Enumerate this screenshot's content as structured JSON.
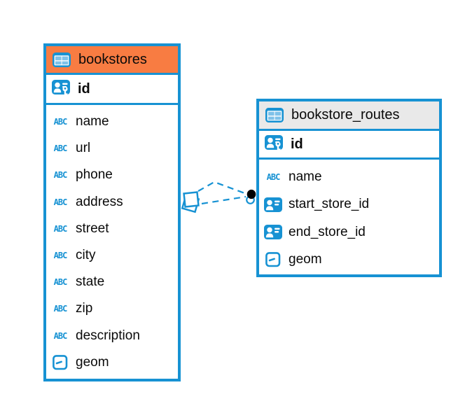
{
  "colors": {
    "accent_blue": "#1792d3",
    "header_orange": "#f87c42",
    "header_gray": "#e9e9e9",
    "relation_line": "#1792d3",
    "text": "#0a0a0a"
  },
  "icons": {
    "text_type_label": "ABC",
    "table_icon": "table-icon",
    "pk_icon": "primary-key-user-icon",
    "fk_icon": "foreign-key-user-icon",
    "geometry_icon": "geometry-type-icon"
  },
  "tables": [
    {
      "name": "bookstores",
      "header_style": "orange",
      "primary_key": {
        "name": "id"
      },
      "columns": [
        {
          "name": "name",
          "type": "text"
        },
        {
          "name": "url",
          "type": "text"
        },
        {
          "name": "phone",
          "type": "text"
        },
        {
          "name": "address",
          "type": "text"
        },
        {
          "name": "street",
          "type": "text"
        },
        {
          "name": "city",
          "type": "text"
        },
        {
          "name": "state",
          "type": "text"
        },
        {
          "name": "zip",
          "type": "text"
        },
        {
          "name": "description",
          "type": "text"
        },
        {
          "name": "geom",
          "type": "geometry"
        }
      ]
    },
    {
      "name": "bookstore_routes",
      "header_style": "gray",
      "primary_key": {
        "name": "id"
      },
      "columns": [
        {
          "name": "name",
          "type": "text"
        },
        {
          "name": "start_store_id",
          "type": "foreign-key"
        },
        {
          "name": "end_store_id",
          "type": "foreign-key"
        },
        {
          "name": "geom",
          "type": "geometry"
        }
      ]
    }
  ],
  "relations": [
    {
      "from": "bookstore_routes.start_store_id",
      "to": "bookstores.id",
      "style": "dashed"
    },
    {
      "from": "bookstore_routes.end_store_id",
      "to": "bookstores.id",
      "style": "dashed"
    }
  ]
}
